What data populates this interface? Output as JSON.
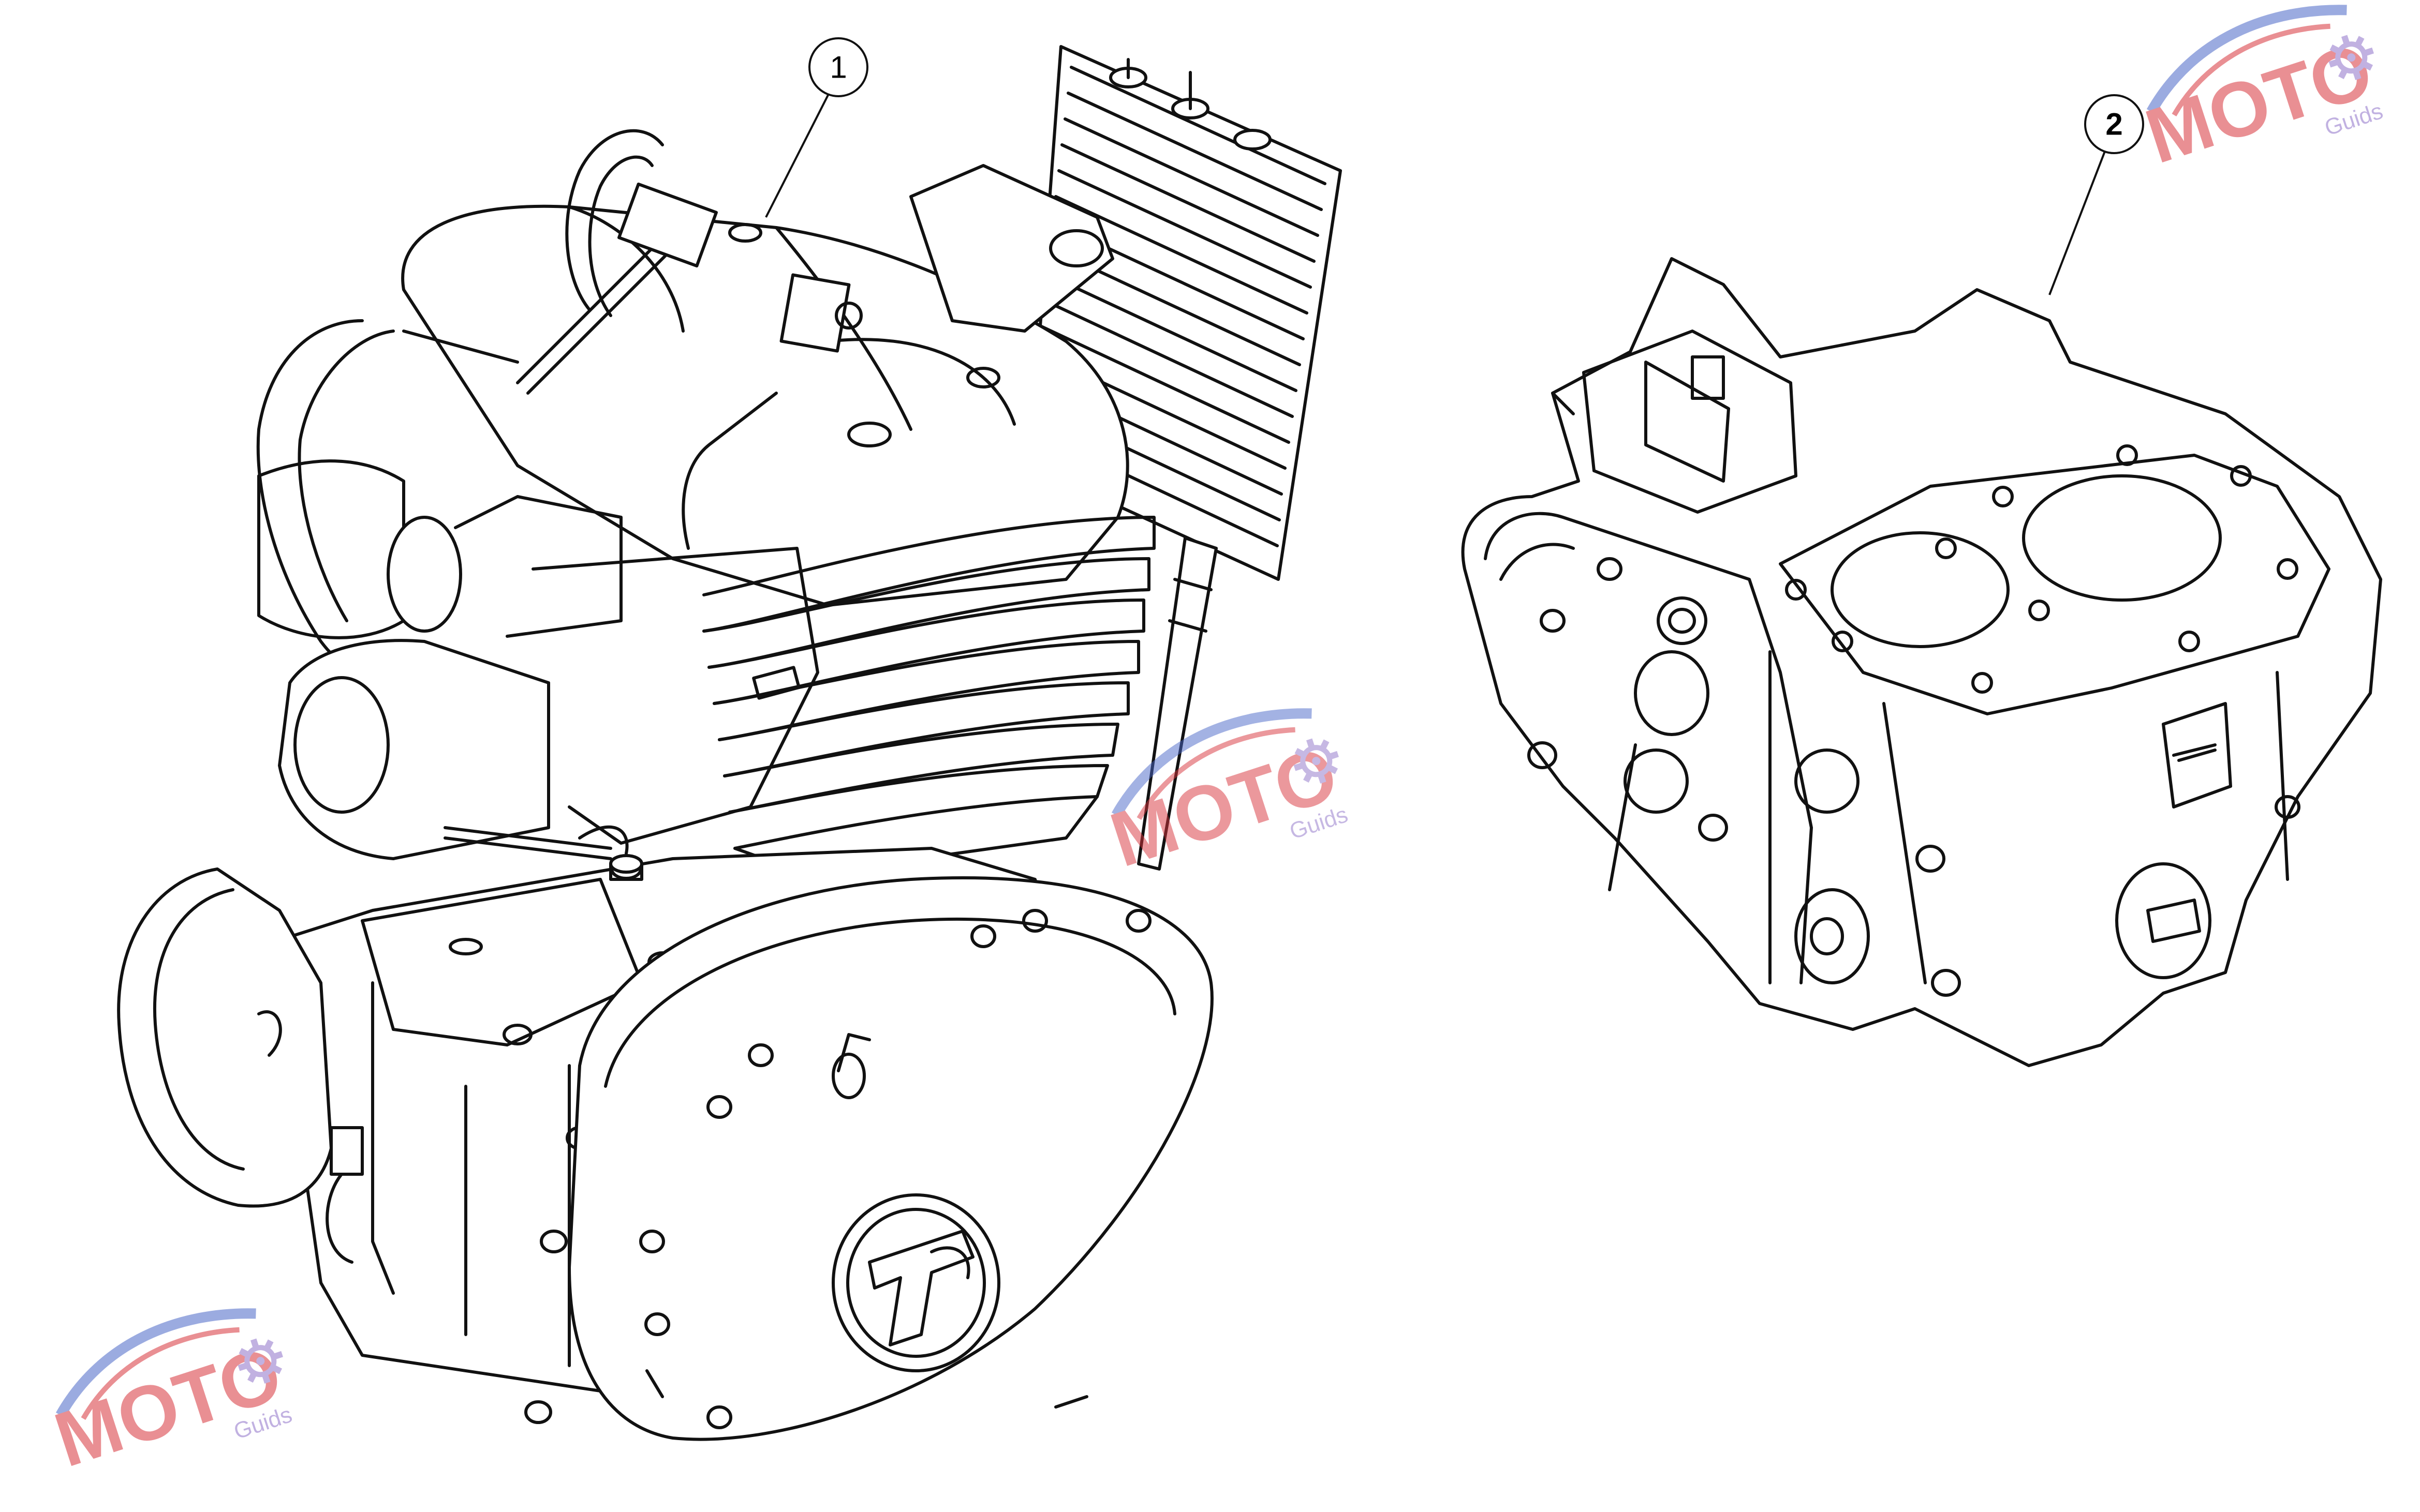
{
  "colors": {
    "line": "#111111",
    "background": "#ffffff",
    "watermark_red": "#d8343c",
    "watermark_blue": "#4a67c8",
    "watermark_purple": "#8f73c9"
  },
  "callouts": [
    {
      "label": "1"
    },
    {
      "label": "2"
    }
  ],
  "watermarks": [
    {
      "brand": "MOTO",
      "sub": "Guids"
    },
    {
      "brand": "MOTO",
      "sub": "Guids"
    },
    {
      "brand": "MOTO",
      "sub": "Guids"
    }
  ],
  "icons": [
    "gear-icon",
    "swoosh-icon",
    "emblem-icon"
  ]
}
